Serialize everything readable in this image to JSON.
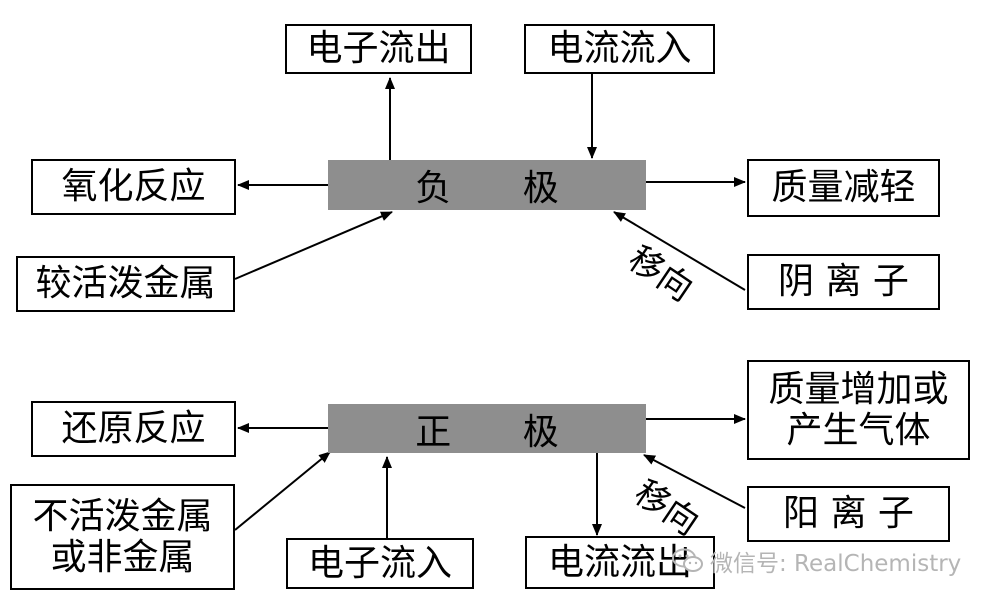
{
  "anode": {
    "label": "负  极",
    "electron_flow": "电子流出",
    "current_flow": "电流流入",
    "reaction": "氧化反应",
    "mass_change": "质量减轻",
    "material": "较活泼金属",
    "ions": "阴 离 子",
    "migration": "移向"
  },
  "cathode": {
    "label": "正  极",
    "reaction": "还原反应",
    "mass_change": [
      "质量增加或",
      "产生气体"
    ],
    "material": [
      "不活泼金属",
      "或非金属"
    ],
    "electron_flow": "电子流入",
    "current_flow": "电流流出",
    "ions": "阳 离 子",
    "migration": "移向"
  },
  "watermark": {
    "text": "微信号: RealChemistry",
    "icon": "wechat-icon"
  }
}
